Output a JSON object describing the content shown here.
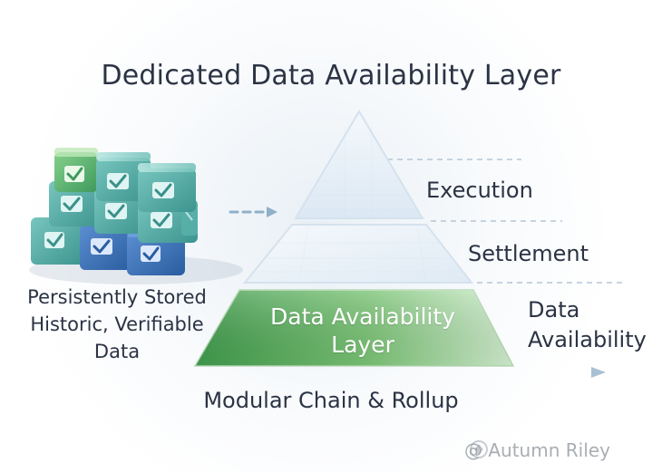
{
  "title": "Dedicated Data Availability Layer",
  "layers": {
    "execution": "Execution",
    "settlement": "Settlement",
    "data_availability_top": "Data",
    "data_availability_bottom": "Availability",
    "pyramid_label_line1": "Data Availability",
    "pyramid_label_line2": "Layer"
  },
  "left_caption": {
    "line1": "Persistently Stored",
    "line2": "Historic, Verifiable",
    "line3": "Data"
  },
  "bottom_caption": "Modular Chain &  Rollup",
  "watermark": "@ Autumn Riley",
  "colors": {
    "text": "#2b3344",
    "pyramid_green_dark": "#3f9b4c",
    "pyramid_green_light": "#b9e3a7",
    "pyramid_blue_light": "#e8f1f8",
    "box_teal": "#4aa7a3",
    "box_blue": "#2f69b1"
  },
  "icons": {
    "check": "check-icon",
    "watermark": "network-logo-icon"
  }
}
